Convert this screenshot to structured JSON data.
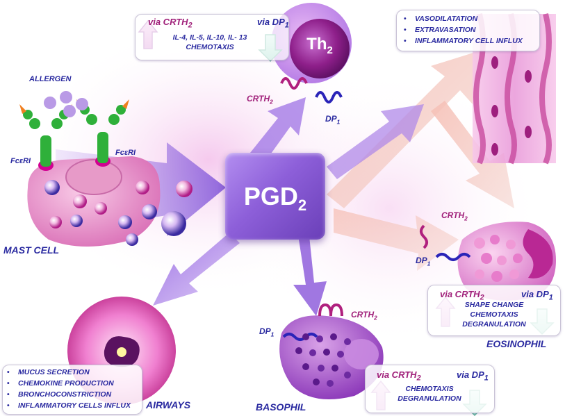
{
  "center": {
    "label": "PGD",
    "sub": "2"
  },
  "th2": {
    "label": "Th",
    "sub": "2"
  },
  "receptors": {
    "crth": "CRTH",
    "dp": "DP",
    "sub_crth": "2",
    "sub_dp": "1"
  },
  "mast_cell": {
    "label": "MAST  CELL",
    "allergen": "ALLERGEN",
    "fceri": "FcεRI"
  },
  "th2_box": {
    "via_crth": "via CRTH",
    "via_dp": "via DP",
    "text": [
      "IL-4, IL-5, IL-10, IL- 13",
      "CHEMOTAXIS"
    ]
  },
  "vascular_box": {
    "items": [
      "VASODILATATION",
      "EXTRAVASATION",
      "INFLAMMATORY CELL INFLUX"
    ]
  },
  "eosinophil": {
    "label": "EOSINOPHIL",
    "via_crth": "via CRTH",
    "via_dp": "via DP",
    "text": [
      "SHAPE CHANGE",
      "CHEMOTAXIS",
      "DEGRANULATION"
    ]
  },
  "basophil": {
    "label": "BASOPHIL",
    "via_crth": "via CRTH",
    "via_dp": "via DP",
    "text": [
      "CHEMOTAXIS",
      "DEGRANULATION"
    ]
  },
  "airways": {
    "label": "AIRWAYS",
    "items": [
      "MUCUS SECRETION",
      "CHEMOKINE PRODUCTION",
      "BRONCHOCONSTRICTION",
      "INFLAMMATORY CELLS INFLUX"
    ]
  },
  "colors": {
    "label_blue": "#2a2aa0",
    "purple": "#7a3fc8",
    "pink": "#e070c0",
    "magenta": "#a0207a",
    "up_arrow": "#e4a3de",
    "down_arrow": "#a8e0d0"
  }
}
